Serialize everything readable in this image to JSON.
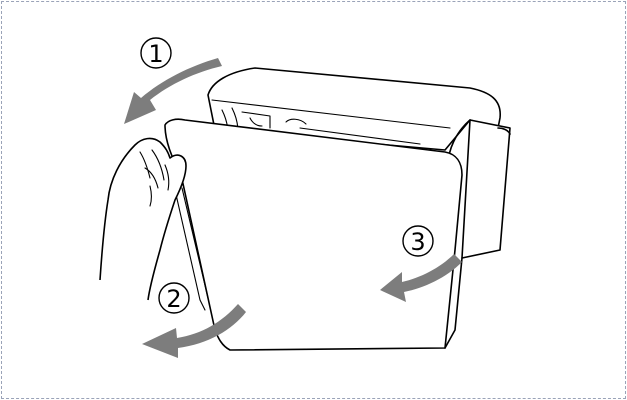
{
  "steps": [
    {
      "number": "1"
    },
    {
      "number": "2"
    },
    {
      "number": "3"
    }
  ],
  "colors": {
    "arrow": "#7d7d7d",
    "frame_border": "#9aa3b8",
    "line": "#000000",
    "background": "#ffffff"
  },
  "icons": {
    "step_arrow": "curved-arrow-icon",
    "hand": "hand-icon"
  }
}
